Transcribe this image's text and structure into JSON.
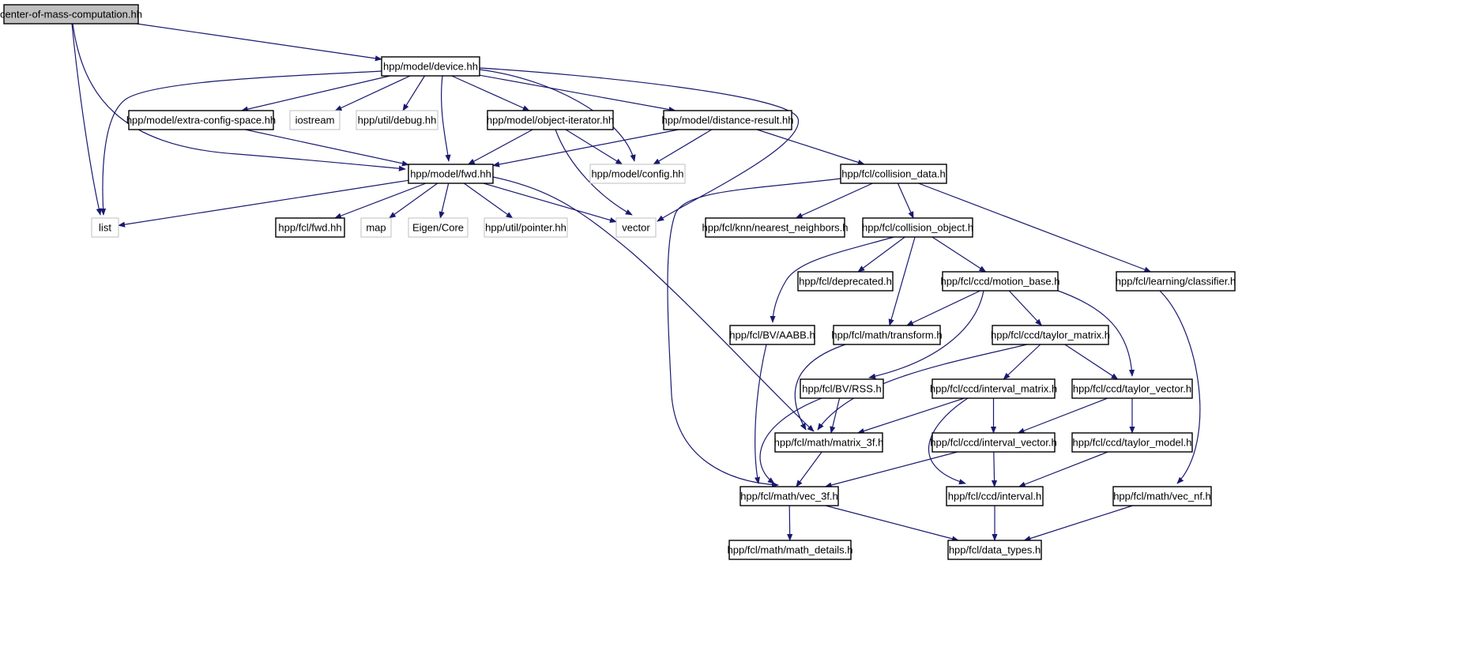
{
  "colors": {
    "edge": "#191970",
    "node_border": "#000000",
    "external_border": "#bfbfbf",
    "root_fill": "#bfbfbf",
    "node_fill": "#ffffff",
    "text": "#000000"
  },
  "nodes": [
    {
      "id": "root",
      "label": "center-of-mass-computation.hh",
      "kind": "root"
    },
    {
      "id": "device",
      "label": "hpp/model/device.hh",
      "kind": "header"
    },
    {
      "id": "extra",
      "label": "hpp/model/extra-config-space.hh",
      "kind": "header"
    },
    {
      "id": "iostream",
      "label": "iostream",
      "kind": "external"
    },
    {
      "id": "debug",
      "label": "hpp/util/debug.hh",
      "kind": "external"
    },
    {
      "id": "objit",
      "label": "hpp/model/object-iterator.hh",
      "kind": "header"
    },
    {
      "id": "distres",
      "label": "hpp/model/distance-result.hh",
      "kind": "header"
    },
    {
      "id": "fwd",
      "label": "hpp/model/fwd.hh",
      "kind": "header"
    },
    {
      "id": "config",
      "label": "hpp/model/config.hh",
      "kind": "external"
    },
    {
      "id": "colldata",
      "label": "hpp/fcl/collision_data.h",
      "kind": "header"
    },
    {
      "id": "list",
      "label": "list",
      "kind": "external"
    },
    {
      "id": "fclfwd",
      "label": "hpp/fcl/fwd.hh",
      "kind": "header"
    },
    {
      "id": "map",
      "label": "map",
      "kind": "external"
    },
    {
      "id": "eigen",
      "label": "Eigen/Core",
      "kind": "external"
    },
    {
      "id": "pointer",
      "label": "hpp/util/pointer.hh",
      "kind": "external"
    },
    {
      "id": "vector",
      "label": "vector",
      "kind": "external"
    },
    {
      "id": "knn",
      "label": "hpp/fcl/knn/nearest_neighbors.h",
      "kind": "header"
    },
    {
      "id": "collobj",
      "label": "hpp/fcl/collision_object.h",
      "kind": "header"
    },
    {
      "id": "deprecated",
      "label": "hpp/fcl/deprecated.h",
      "kind": "header"
    },
    {
      "id": "motion",
      "label": "hpp/fcl/ccd/motion_base.h",
      "kind": "header"
    },
    {
      "id": "classifier",
      "label": "hpp/fcl/learning/classifier.h",
      "kind": "header"
    },
    {
      "id": "aabb",
      "label": "hpp/fcl/BV/AABB.h",
      "kind": "header"
    },
    {
      "id": "transform",
      "label": "hpp/fcl/math/transform.h",
      "kind": "header"
    },
    {
      "id": "taylormat",
      "label": "hpp/fcl/ccd/taylor_matrix.h",
      "kind": "header"
    },
    {
      "id": "rss",
      "label": "hpp/fcl/BV/RSS.h",
      "kind": "header"
    },
    {
      "id": "intmat",
      "label": "hpp/fcl/ccd/interval_matrix.h",
      "kind": "header"
    },
    {
      "id": "taylorvec",
      "label": "hpp/fcl/ccd/taylor_vector.h",
      "kind": "header"
    },
    {
      "id": "matrix3f",
      "label": "hpp/fcl/math/matrix_3f.h",
      "kind": "header"
    },
    {
      "id": "intvec",
      "label": "hpp/fcl/ccd/interval_vector.h",
      "kind": "header"
    },
    {
      "id": "taylormodel",
      "label": "hpp/fcl/ccd/taylor_model.h",
      "kind": "header"
    },
    {
      "id": "vec3f",
      "label": "hpp/fcl/math/vec_3f.h",
      "kind": "header"
    },
    {
      "id": "interval",
      "label": "hpp/fcl/ccd/interval.h",
      "kind": "header"
    },
    {
      "id": "vecnf",
      "label": "hpp/fcl/math/vec_nf.h",
      "kind": "header"
    },
    {
      "id": "mathdetails",
      "label": "hpp/fcl/math/math_details.h",
      "kind": "header"
    },
    {
      "id": "datatypes",
      "label": "hpp/fcl/data_types.h",
      "kind": "header"
    }
  ],
  "edges": [
    {
      "from": "root",
      "to": "device"
    },
    {
      "from": "root",
      "to": "list"
    },
    {
      "from": "root",
      "to": "fwd"
    },
    {
      "from": "device",
      "to": "list"
    },
    {
      "from": "device",
      "to": "extra"
    },
    {
      "from": "device",
      "to": "iostream"
    },
    {
      "from": "device",
      "to": "debug"
    },
    {
      "from": "device",
      "to": "objit"
    },
    {
      "from": "device",
      "to": "distres"
    },
    {
      "from": "device",
      "to": "fwd"
    },
    {
      "from": "device",
      "to": "config"
    },
    {
      "from": "device",
      "to": "vector"
    },
    {
      "from": "extra",
      "to": "fwd"
    },
    {
      "from": "objit",
      "to": "fwd"
    },
    {
      "from": "objit",
      "to": "config"
    },
    {
      "from": "objit",
      "to": "vector"
    },
    {
      "from": "distres",
      "to": "fwd"
    },
    {
      "from": "distres",
      "to": "config"
    },
    {
      "from": "distres",
      "to": "colldata"
    },
    {
      "from": "fwd",
      "to": "list"
    },
    {
      "from": "fwd",
      "to": "fclfwd"
    },
    {
      "from": "fwd",
      "to": "map"
    },
    {
      "from": "fwd",
      "to": "eigen"
    },
    {
      "from": "fwd",
      "to": "pointer"
    },
    {
      "from": "fwd",
      "to": "vector"
    },
    {
      "from": "fwd",
      "to": "matrix3f"
    },
    {
      "from": "colldata",
      "to": "knn"
    },
    {
      "from": "colldata",
      "to": "collobj"
    },
    {
      "from": "colldata",
      "to": "classifier"
    },
    {
      "from": "colldata",
      "to": "vec3f"
    },
    {
      "from": "collobj",
      "to": "deprecated"
    },
    {
      "from": "collobj",
      "to": "motion"
    },
    {
      "from": "collobj",
      "to": "aabb"
    },
    {
      "from": "collobj",
      "to": "transform"
    },
    {
      "from": "motion",
      "to": "transform"
    },
    {
      "from": "motion",
      "to": "taylormat"
    },
    {
      "from": "motion",
      "to": "rss"
    },
    {
      "from": "motion",
      "to": "taylorvec"
    },
    {
      "from": "classifier",
      "to": "vecnf"
    },
    {
      "from": "aabb",
      "to": "vec3f"
    },
    {
      "from": "transform",
      "to": "matrix3f"
    },
    {
      "from": "taylormat",
      "to": "matrix3f"
    },
    {
      "from": "taylormat",
      "to": "intmat"
    },
    {
      "from": "taylormat",
      "to": "taylorvec"
    },
    {
      "from": "rss",
      "to": "matrix3f"
    },
    {
      "from": "rss",
      "to": "vec3f"
    },
    {
      "from": "intmat",
      "to": "matrix3f"
    },
    {
      "from": "intmat",
      "to": "intvec"
    },
    {
      "from": "intmat",
      "to": "interval"
    },
    {
      "from": "taylorvec",
      "to": "intvec"
    },
    {
      "from": "taylorvec",
      "to": "taylormodel"
    },
    {
      "from": "matrix3f",
      "to": "vec3f"
    },
    {
      "from": "intvec",
      "to": "vec3f"
    },
    {
      "from": "intvec",
      "to": "interval"
    },
    {
      "from": "taylormodel",
      "to": "interval"
    },
    {
      "from": "vec3f",
      "to": "mathdetails"
    },
    {
      "from": "vec3f",
      "to": "datatypes"
    },
    {
      "from": "interval",
      "to": "datatypes"
    },
    {
      "from": "vecnf",
      "to": "datatypes"
    }
  ]
}
